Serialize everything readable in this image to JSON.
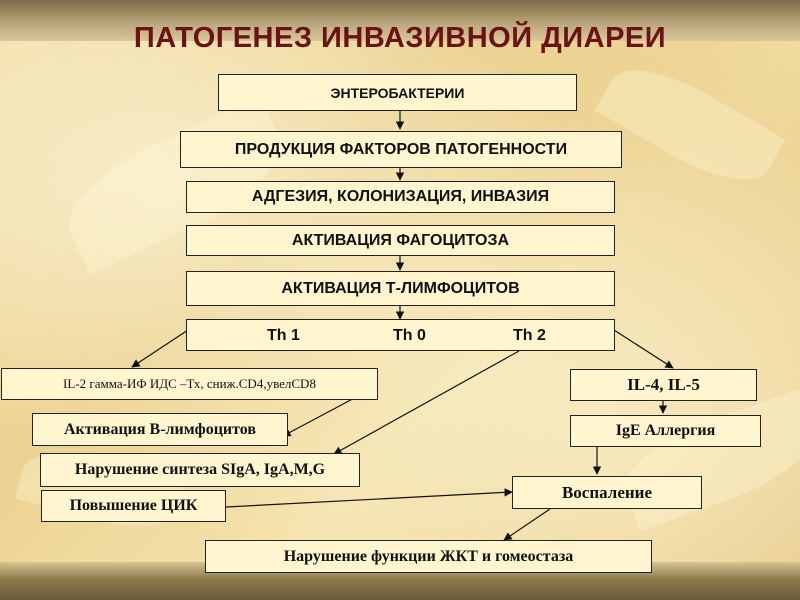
{
  "title": "ПАТОГЕНЕЗ ИНВАЗИВНОЙ ДИАРЕИ",
  "boxes": {
    "enterobacteria": "ЭНТЕРОБАКТЕРИИ",
    "pathogenicity": "ПРОДУКЦИЯ ФАКТОРОВ ПАТОГЕННОСТИ",
    "adhesion": "АДГЕЗИЯ, КОЛОНИЗАЦИЯ, ИНВАЗИЯ",
    "phagocytosis": "АКТИВАЦИЯ ФАГОЦИТОЗА",
    "t_lymphocytes": "АКТИВАЦИЯ Т-ЛИМФОЦИТОВ",
    "th1": "Th  1",
    "th0": "Th 0",
    "th2": "Th 2",
    "il2": "IL-2 гамма-ИФ ИДС –Тх, сниж.CD4,увелCD8",
    "il4": "IL-4, IL-5",
    "b_lymphocytes": "Активация В-лимфоцитов",
    "ige": "IgE Аллергия",
    "siga": "Нарушение синтеза SIgA, IgA,M,G",
    "inflammation": "Воспаление",
    "cic": "Повышение ЦИК",
    "gi_dysfunction": "Нарушение функции ЖКТ и гомеостаза"
  },
  "colors": {
    "title": "#6b1212",
    "box_fill": "#fff5cf",
    "box_border": "#222222",
    "arrow": "#111111"
  }
}
